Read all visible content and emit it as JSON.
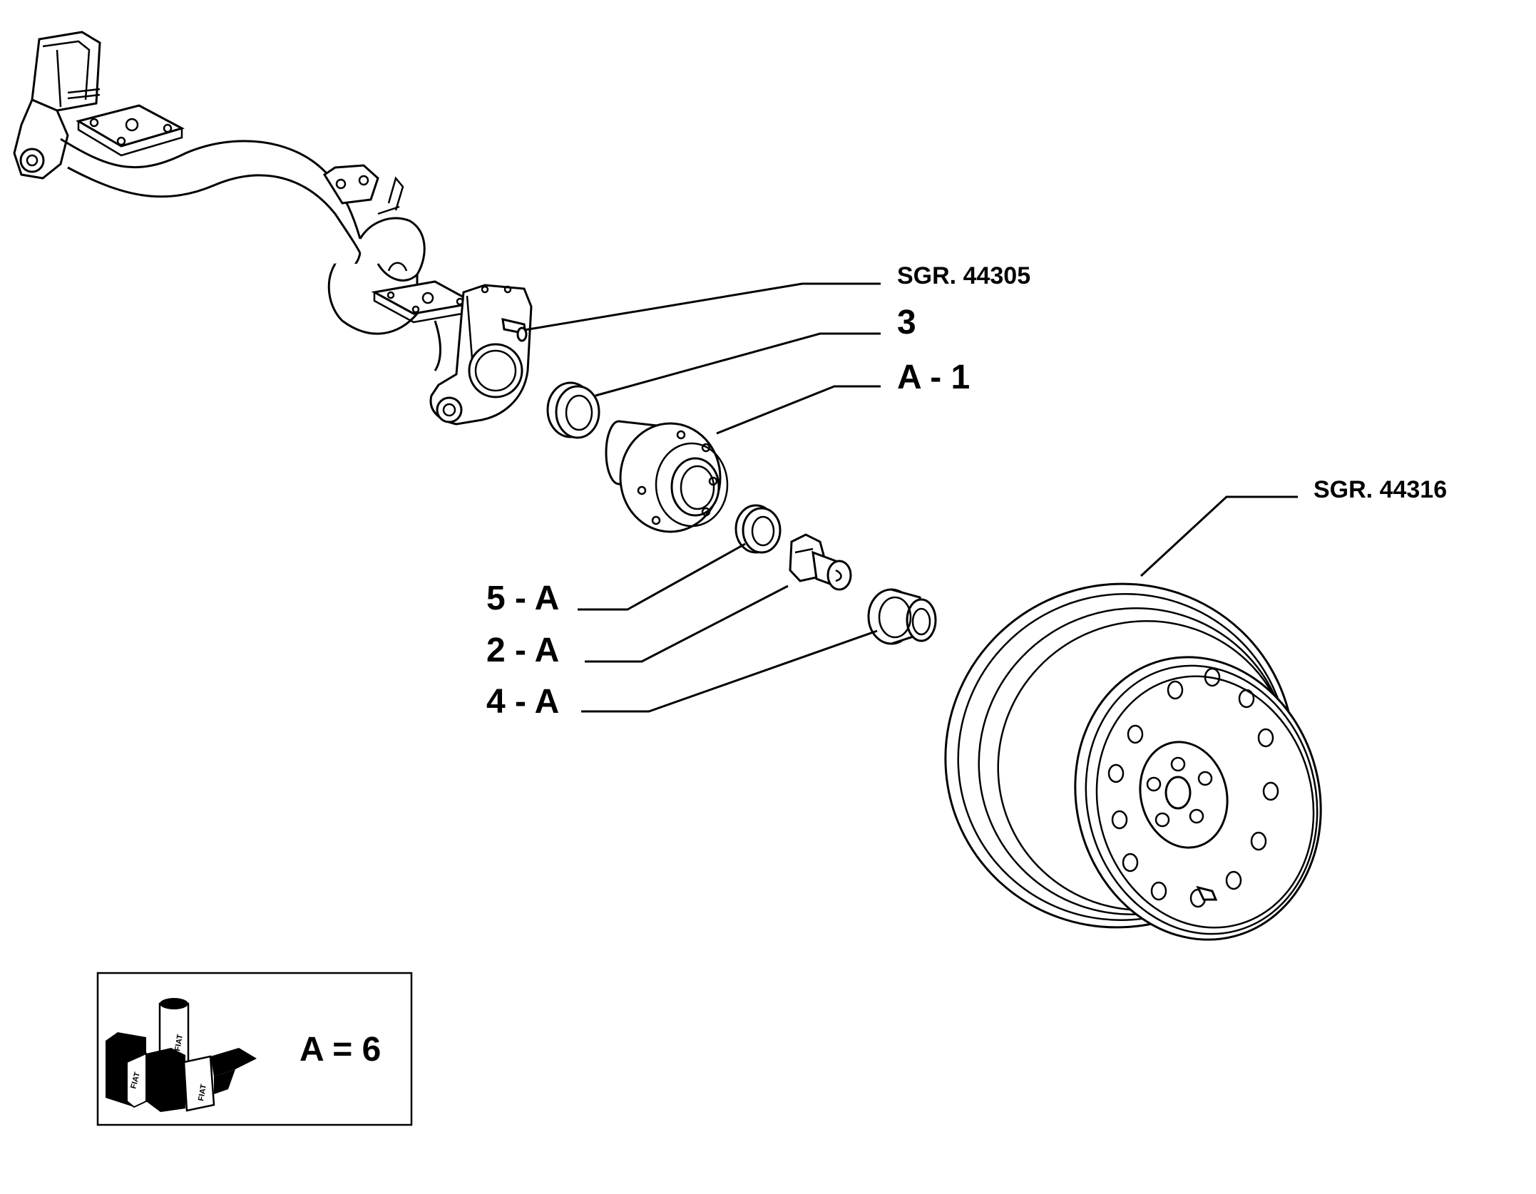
{
  "callouts": {
    "sgr_44305": "SGR. 44305",
    "ref_3": "3",
    "ref_a1": "A - 1",
    "sgr_44316": "SGR. 44316",
    "ref_5a": "5 - A",
    "ref_2a": "2 - A",
    "ref_4a": "4 - A"
  },
  "legend": {
    "text": "A = 6",
    "logo_text": "FIAT",
    "icon": "fiat-packaging-icon"
  }
}
